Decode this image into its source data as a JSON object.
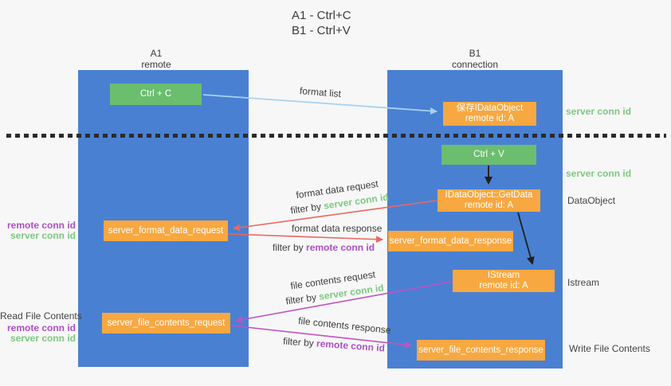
{
  "title": {
    "line1": "A1 - Ctrl+C",
    "line2": "B1 - Ctrl+V"
  },
  "lanes": {
    "a1": {
      "title": "A1",
      "subtitle": "remote"
    },
    "b1": {
      "title": "B1",
      "subtitle": "connection"
    }
  },
  "nodes": {
    "ctrl_c": {
      "label": "Ctrl + C"
    },
    "ctrl_v": {
      "label": "Ctrl + V"
    },
    "save_dataobject": {
      "line1": "保存IDataObject",
      "line2": "remote id: A"
    },
    "getdata": {
      "line1": "IDataObject::GetData",
      "line2": "remote id: A"
    },
    "istream": {
      "line1": "IStream",
      "line2": "remote id: A"
    },
    "format_request": {
      "label": "server_format_data_request"
    },
    "format_response": {
      "label": "server_format_data_response"
    },
    "file_request": {
      "label": "server_file_contents_request"
    },
    "file_response": {
      "label": "server_file_contents_response"
    }
  },
  "arrow_labels": {
    "format_list": "format list",
    "format_data_request": "format data request",
    "format_data_request_filter": {
      "prefix": "filter by",
      "key": "server conn id"
    },
    "format_data_response": "format data response",
    "format_data_response_filter": {
      "prefix": "filter by",
      "key": "remote conn id"
    },
    "file_contents_request": "file contents request",
    "file_contents_request_filter": {
      "prefix": "filter by",
      "key": "server conn id"
    },
    "file_contents_response": "file contents response",
    "file_contents_response_filter": {
      "prefix": "filter by",
      "key": "remote conn id"
    }
  },
  "side_labels": {
    "right": {
      "server_conn_id_top": "server conn id",
      "server_conn_id_mid": "server conn id",
      "dataobject": "DataObject",
      "istream": "Istream",
      "write_file_contents": "Write File Contents"
    },
    "left": {
      "format_remote_conn_id": "remote conn id",
      "format_server_conn_id": "server conn id",
      "read_file_contents": "Read File Contents",
      "file_remote_conn_id": "remote conn id",
      "file_server_conn_id": "server conn id"
    }
  },
  "colors": {
    "lane_blue": "#4a80d2",
    "node_green": "#6abe6e",
    "node_orange": "#f7a840",
    "arrow_light_blue": "#a6d2f0",
    "arrow_red": "#e8695d",
    "arrow_magenta": "#c153c1",
    "arrow_black": "#1f1f1f",
    "label_green": "#7dc87e",
    "label_purple": "#ad4fc4",
    "background": "#f7f7f8"
  }
}
